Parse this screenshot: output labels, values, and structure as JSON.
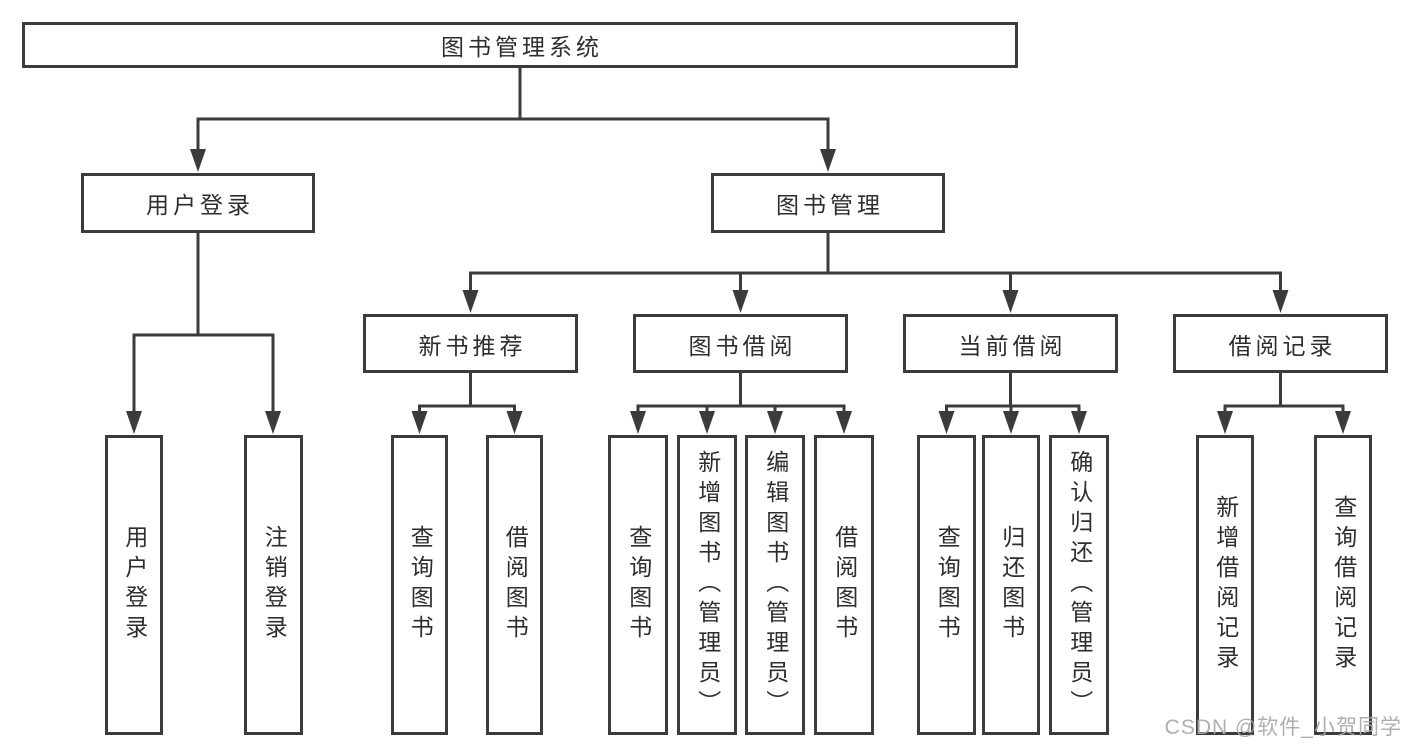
{
  "diagram": {
    "title": "图书管理系统",
    "tree": {
      "label": "图书管理系统",
      "children": [
        {
          "label": "用户登录",
          "children": [
            {
              "label": "用户登录"
            },
            {
              "label": "注销登录"
            }
          ]
        },
        {
          "label": "图书管理",
          "children": [
            {
              "label": "新书推荐",
              "children": [
                {
                  "label": "查询图书"
                },
                {
                  "label": "借阅图书"
                }
              ]
            },
            {
              "label": "图书借阅",
              "children": [
                {
                  "label": "查询图书"
                },
                {
                  "label": "新增图书（管理员）"
                },
                {
                  "label": "编辑图书（管理员）"
                },
                {
                  "label": "借阅图书"
                }
              ]
            },
            {
              "label": "当前借阅",
              "children": [
                {
                  "label": "查询图书"
                },
                {
                  "label": "归还图书"
                },
                {
                  "label": "确认归还（管理员）"
                }
              ]
            },
            {
              "label": "借阅记录",
              "children": [
                {
                  "label": "新增借阅记录"
                },
                {
                  "label": "查询借阅记录"
                }
              ]
            }
          ]
        }
      ]
    },
    "colors": {
      "line": "#3b3b3b",
      "box_border": "#3b3b3b",
      "text": "#2e2e2e",
      "background": "#ffffff",
      "watermark": "#a8a8a8"
    }
  },
  "watermark": {
    "text": "CSDN @软件_小贺同学"
  }
}
